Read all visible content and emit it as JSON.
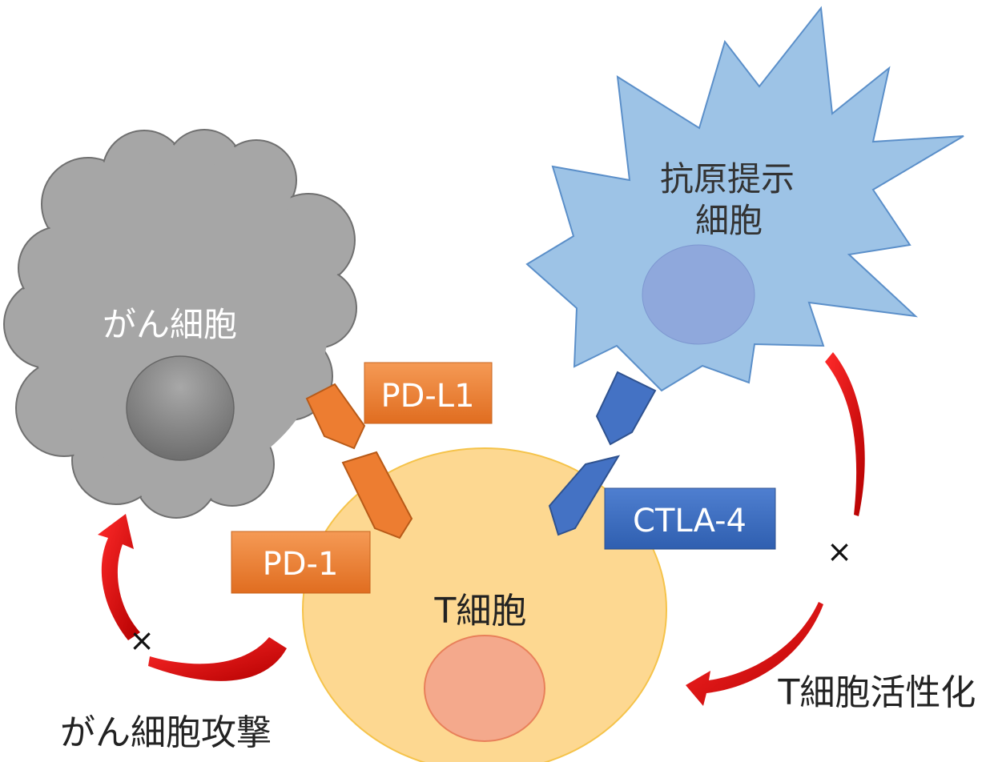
{
  "cells": {
    "cancer": {
      "label": "がん細胞"
    },
    "apc": {
      "label_line1": "抗原提示",
      "label_line2": "細胞"
    },
    "tcell": {
      "label": "T細胞"
    }
  },
  "molecules": {
    "pd_l1": {
      "label": "PD-L1"
    },
    "pd_1": {
      "label": "PD-1"
    },
    "ctla_4": {
      "label": "CTLA-4"
    }
  },
  "effects": {
    "cancer_attack": {
      "label": "がん細胞攻撃",
      "blocked_mark": "×"
    },
    "tcell_activation": {
      "label": "T細胞活性化",
      "blocked_mark": "×"
    }
  },
  "colors": {
    "cancer_cell": "#a6a6a6",
    "apc_cell": "#9dc3e6",
    "t_cell": "#fdd891",
    "pd_molecule": "#ed7d31",
    "ctla_molecule": "#4472c4",
    "arrow": "#e00000"
  }
}
